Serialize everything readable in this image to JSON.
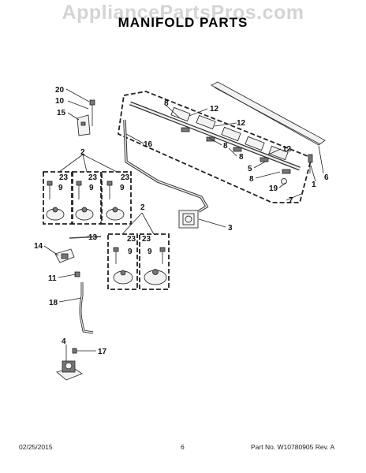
{
  "watermark": "AppliancePartsPros.com",
  "title": "MANIFOLD PARTS",
  "footer": {
    "date": "02/25/2015",
    "page": "6",
    "part": "Part No. W10780905  Rev. A"
  },
  "callouts": {
    "c1": "1",
    "c2a": "2",
    "c2b": "2",
    "c3": "3",
    "c4": "4",
    "c5": "5",
    "c6": "6",
    "c7": "7",
    "c8a": "8",
    "c8b": "8",
    "c8c": "8",
    "c8d": "8",
    "c9a": "9",
    "c9b": "9",
    "c9c": "9",
    "c9d": "9",
    "c9e": "9",
    "c10": "10",
    "c11": "11",
    "c12a": "12",
    "c12b": "12",
    "c12c": "12",
    "c13": "13",
    "c14": "14",
    "c15": "15",
    "c16": "16",
    "c17": "17",
    "c18": "18",
    "c19": "19",
    "c20": "20",
    "c23a": "23",
    "c23b": "23",
    "c23c": "23",
    "c23d": "23",
    "c23e": "23"
  }
}
